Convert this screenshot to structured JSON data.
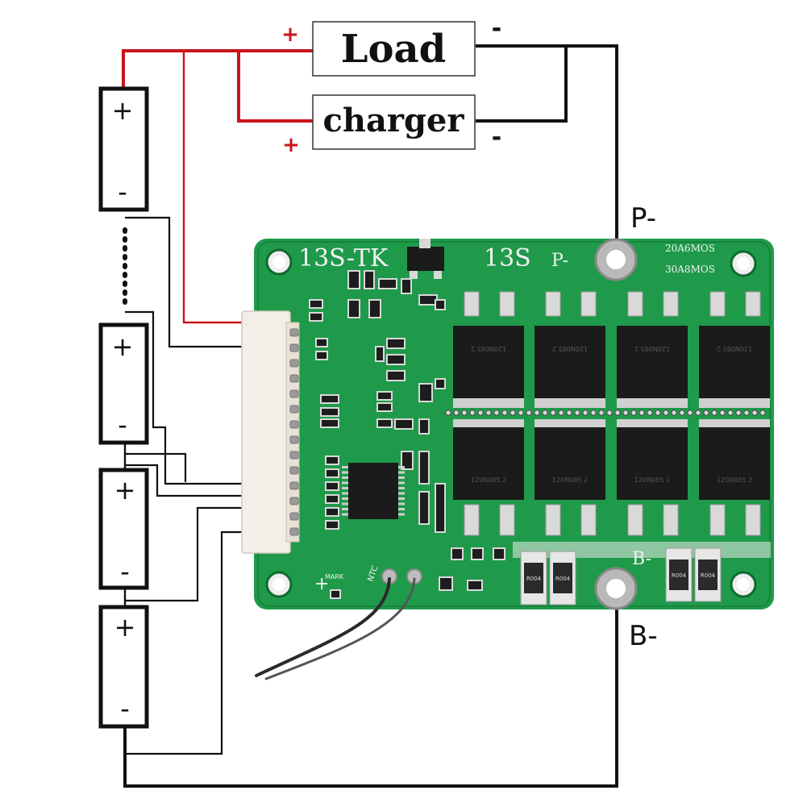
{
  "colors": {
    "wire_positive": "#c8141b",
    "wire_negative": "#111111",
    "wire_sense": "#111111",
    "pcb": "#1f9a4a",
    "pcb_dark": "#137a37",
    "mosfet": "#1b1b1b",
    "silkscreen": "#f2f2f2",
    "connector": "#f1efe7"
  },
  "boxes": {
    "load": {
      "label": "Load"
    },
    "charger": {
      "label": "charger"
    }
  },
  "polarity": {
    "load_plus": "+",
    "load_minus": "-",
    "charger_plus": "+",
    "charger_minus": "-"
  },
  "terminals": {
    "p_minus": "P-",
    "b_minus": "B-"
  },
  "cells": [
    {
      "plus": "+",
      "minus": "-"
    },
    {
      "plus": "+",
      "minus": "-"
    },
    {
      "plus": "+",
      "minus": "-"
    },
    {
      "plus": "+",
      "minus": "-"
    }
  ],
  "board": {
    "model_text": "13S-TK",
    "series_text": "13S",
    "p_pad_text": "P-",
    "b_pad_text": "B-",
    "mos_20a": "20A6MOS",
    "mos_30a": "30A8MOS",
    "mark_plus": "+",
    "mark_text": "MARK",
    "ntc_text": "NTC",
    "mosfet_top_text": "120N085 2",
    "mosfet_bottom_text": "120N085 2",
    "resistor_text": "R004"
  }
}
